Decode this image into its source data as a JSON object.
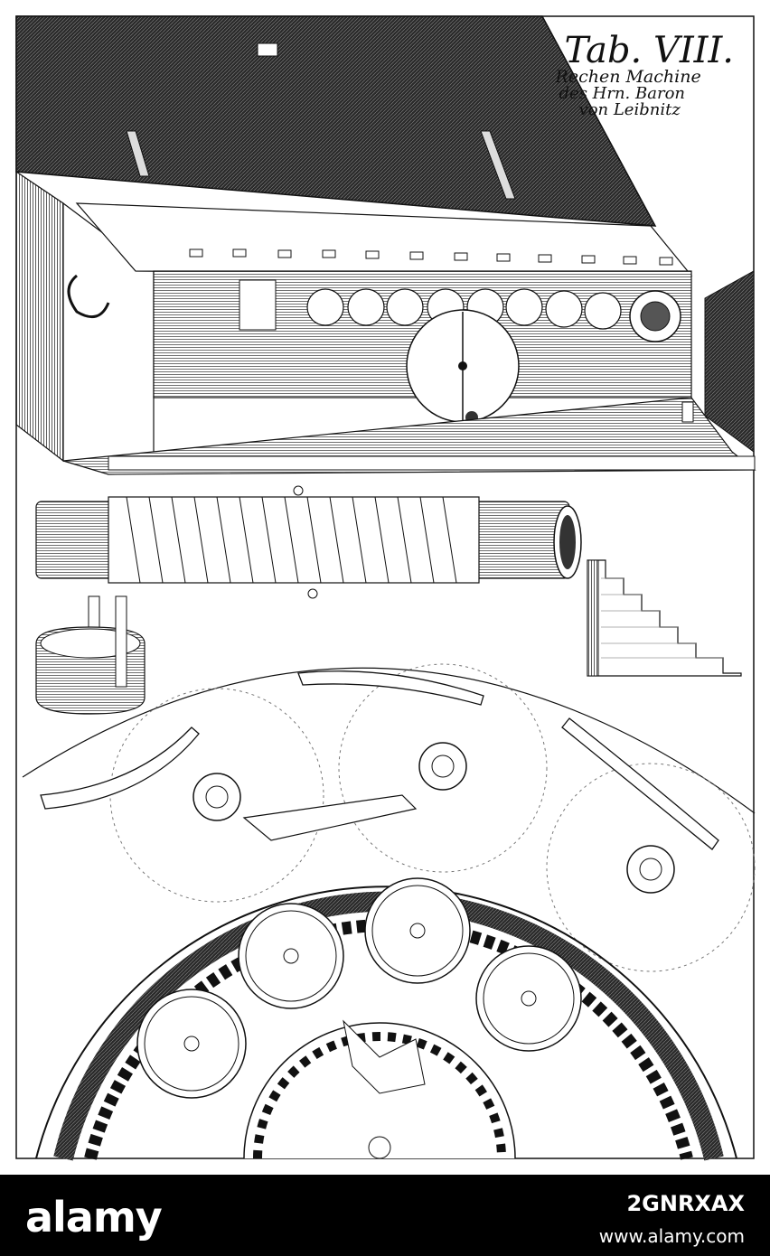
{
  "plate": {
    "caption_title": "Tab. VIII.",
    "caption_line1": "Rechen Machine",
    "caption_line2": "des Hrn. Baron",
    "caption_line3": "von Leibnitz"
  },
  "watermark": {
    "logo": "alamy",
    "image_id": "2GNRXAX",
    "site": "www.alamy.com"
  },
  "colors": {
    "ink": "#111111",
    "paper": "#ffffff",
    "bar": "#000000"
  }
}
